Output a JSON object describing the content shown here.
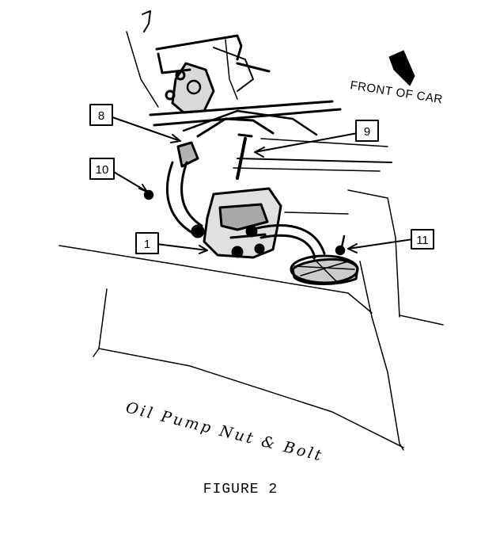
{
  "front_label": "FRONT OF CAR",
  "callouts": [
    {
      "id": "8",
      "label": "8"
    },
    {
      "id": "9",
      "label": "9"
    },
    {
      "id": "10",
      "label": "10"
    },
    {
      "id": "1",
      "label": "1"
    },
    {
      "id": "11",
      "label": "11"
    }
  ],
  "handwritten_note": "Oil Pump Nut & Bolt",
  "caption": "FIGURE 2",
  "colors": {
    "ink": "#000000",
    "paper": "#ffffff"
  }
}
